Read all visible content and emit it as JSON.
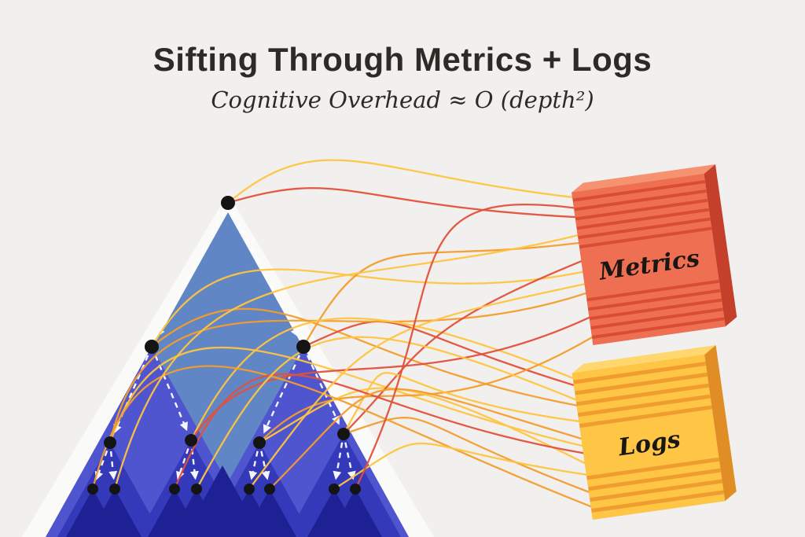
{
  "header": {
    "title": "Sifting Through Metrics + Logs",
    "subtitle": "Cognitive Overhead ≈ O (depth²)"
  },
  "stacks": {
    "metrics": {
      "label": "Metrics"
    },
    "logs": {
      "label": "Logs"
    }
  },
  "diagram": {
    "type": "illustration",
    "tree": {
      "depth": 4,
      "node_counts_per_level": [
        1,
        2,
        4,
        8
      ],
      "edge_style": "white-dashed-arrows"
    },
    "stack_names": [
      "Metrics",
      "Logs"
    ],
    "connection_style": "curved tangled threads from tree nodes into layered stacks"
  },
  "colors": {
    "background": "#f1f0ee",
    "title_text": "#2e2b27",
    "pyramid_outline": "#fafaf8",
    "pyramid_level1": "#6186c5",
    "pyramid_level2": "#4f55ce",
    "pyramid_level3": "#3339b8",
    "pyramid_level4": "#1e2193",
    "tree_node": "#141414",
    "tree_edge": "#ffffff",
    "curve_red": "#e2503a",
    "curve_orange": "#f39c2d",
    "curve_gold": "#ffc440",
    "metrics_face": "#ef6f52",
    "metrics_gap": "#d94e33",
    "metrics_top": "#f6926f",
    "metrics_side": "#c4402b",
    "logs_face": "#ffc545",
    "logs_gap": "#f09d2f",
    "logs_top": "#ffd76e",
    "logs_side": "#e08d26"
  }
}
